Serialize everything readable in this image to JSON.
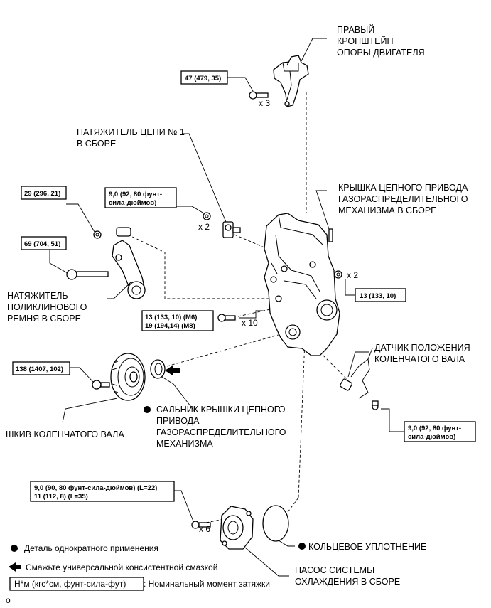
{
  "labels": {
    "bracket": [
      "ПРАВЫЙ",
      "КРОНШТЕЙН",
      "ОПОРЫ ДВИГАТЕЛЯ"
    ],
    "chain_tensioner": [
      "НАТЯЖИТЕЛЬ ЦЕПИ № 1",
      "В СБОРЕ"
    ],
    "cover": [
      "КРЫШКА ЦЕПНОГО ПРИВОДА",
      "ГАЗОРАСПРЕДЕЛИТЕЛЬНОГО",
      "МЕХАНИЗМА В СБОРЕ"
    ],
    "belt_tensioner": [
      "НАТЯЖИТЕЛЬ",
      "ПОЛИКЛИНОВОГО",
      "РЕМНЯ В СБОРЕ"
    ],
    "crank_sensor": [
      "ДАТЧИК ПОЛОЖЕНИЯ",
      "КОЛЕНЧАТОГО ВАЛА"
    ],
    "oil_seal": [
      "САЛЬНИК КРЫШКИ ЦЕПНОГО",
      "ПРИВОДА",
      "ГАЗОРАСПРЕДЕЛИТЕЛЬНОГО",
      "МЕХАНИЗМА"
    ],
    "pulley": "ШКИВ КОЛЕНЧАТОГО ВАЛА",
    "o_ring": "КОЛЬЦЕВОЕ УПЛОТНЕНИЕ",
    "water_pump": [
      "НАСОС СИСТЕМЫ",
      "ОХЛАЖДЕНИЯ В СБОРЕ"
    ]
  },
  "torques": {
    "bracket_bolt": "47 (479, 35)",
    "tensioner_nut": [
      "9,0 (92, 80 фунт-",
      "сила-дюймов)"
    ],
    "belt_nut": "29 (296, 21)",
    "belt_bolt": "69 (704, 51)",
    "cover_nut": "13 (133, 10)",
    "cover_bolts": [
      "13 (133, 10) (M6)",
      "19 (194,14)  (M8)"
    ],
    "pulley_bolt": "138 (1407, 102)",
    "sensor_bolt": [
      "9,0 (92, 80 фунт-",
      "сила-дюймов)"
    ],
    "pump_bolts": [
      "9,0 (90, 80 фунт-сила-дюймов) (L=22)",
      "11 (112, 8) (L=35)"
    ]
  },
  "counts": {
    "bracket": "x 3",
    "tensioner": "x 2",
    "cover_nut": "x 2",
    "cover_bolts": "x 10",
    "pump": "x 6"
  },
  "legend": {
    "one_time": "Деталь однократного применения",
    "grease": "Смажьте универсальной консистентной смазкой",
    "torque_box": "Н*м (кгс*см, фунт-сила-фут)",
    "torque_desc": ": Номинальный момент затяжки"
  },
  "footer_mark": "o"
}
